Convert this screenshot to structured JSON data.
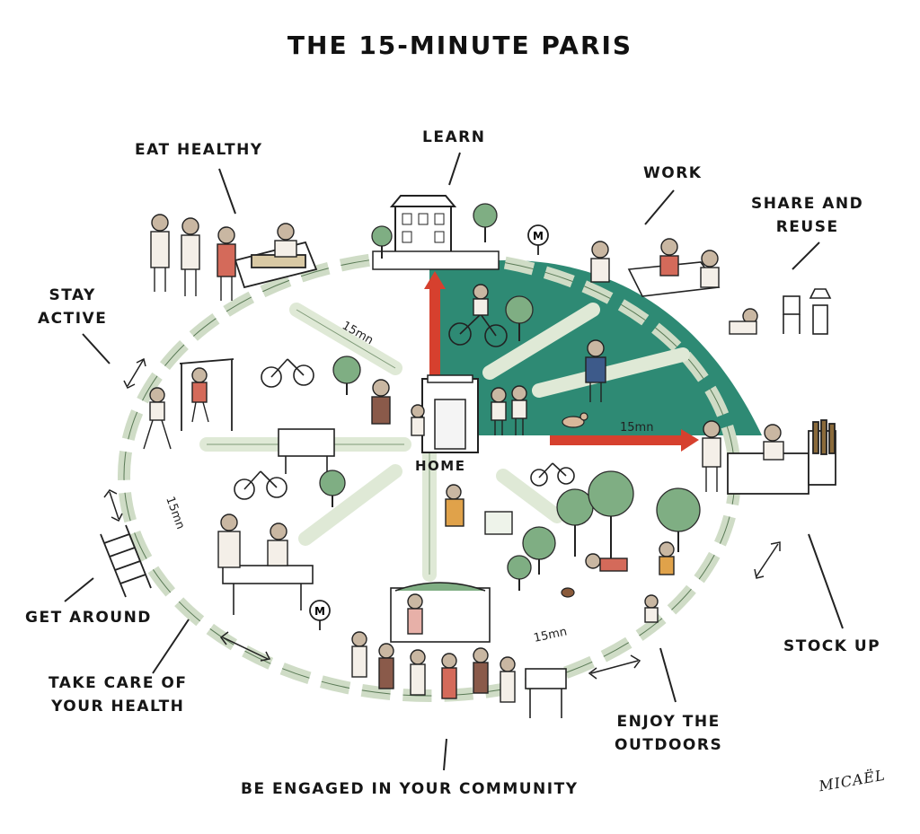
{
  "title": "THE 15-MINUTE PARIS",
  "center_label": "HOME",
  "signature": "MICAËL",
  "distance_label": "15mn",
  "metro_symbol": "M",
  "labels": {
    "eat_healthy": "EAT HEALTHY",
    "learn": "LEARN",
    "work": "WORK",
    "share_reuse_1": "SHARE AND",
    "share_reuse_2": "REUSE",
    "stay_active_1": "STAY",
    "stay_active_2": "ACTIVE",
    "get_around": "GET AROUND",
    "take_care_1": "TAKE CARE OF",
    "take_care_2": "YOUR HEALTH",
    "stock_up": "STOCK UP",
    "enjoy_1": "ENJOY THE",
    "enjoy_2": "OUTDOORS",
    "community": "BE ENGAGED IN YOUR COMMUNITY"
  },
  "colors": {
    "quadrant_fill": "#2e8a74",
    "road": "#dfe9d6",
    "arrow": "#d6402e",
    "ink": "#1a1a1a"
  }
}
